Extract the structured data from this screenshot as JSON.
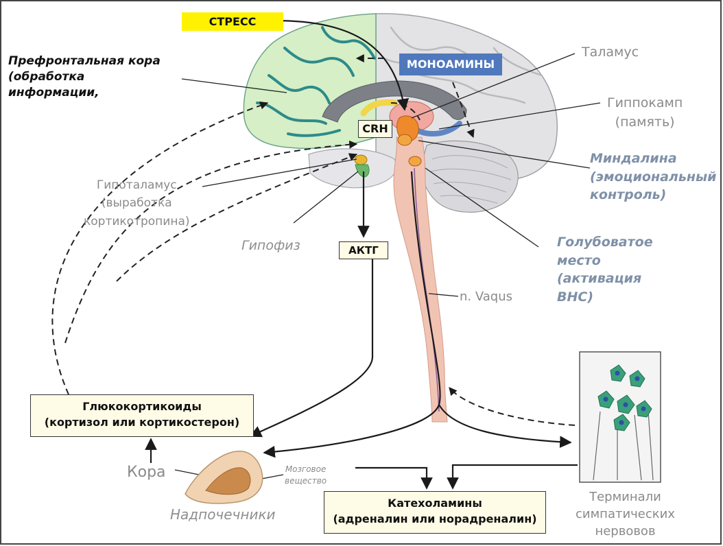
{
  "labels": {
    "stress": "СТРЕСС",
    "monoamines": "МОНОАМИНЫ",
    "crh": "CRH",
    "acth": "АКТГ",
    "prefrontal_1": "Префронтальная кора",
    "prefrontal_2": "(обработка",
    "prefrontal_3": "информации,",
    "thalamus": "Таламус",
    "hippocampus_1": "Гиппокамп",
    "hippocampus_2": "(память)",
    "amygdala_1": "Миндалина",
    "amygdala_2": "(эмоциональный",
    "amygdala_3": "контроль)",
    "hypothalamus_1": "Гипоталамус",
    "hypothalamus_2": "(выработка",
    "hypothalamus_3": "кортикотропина)",
    "pituitary": "Гипофиз",
    "locus_1": "Голубоватое",
    "locus_2": "место",
    "locus_3": "(активация",
    "locus_4": "ВНС)",
    "vagus": "n. Vaqus",
    "glucocorticoids_1": "Глюкокортикоиды",
    "glucocorticoids_2": "(кортизол или кортикостерон)",
    "cortex": "Кора",
    "medulla_1": "Мозговое",
    "medulla_2": "вещество",
    "adrenals": "Надпочечники",
    "catecholamines_1": "Катехоламины",
    "catecholamines_2": "(адреналин или норадреналин)",
    "terminals_1": "Терминали",
    "terminals_2": "симпатических",
    "terminals_3": "нервовов"
  },
  "colors": {
    "stress_bg": "#fff200",
    "monoamines_bg": "#4f78bd",
    "box_bg": "#fefbe6",
    "frontal_lobe": "#d6efc6",
    "brain_gray": "#e3e3e5",
    "brainstem": "#f1c3b3",
    "label_blue": "#7f90a8",
    "label_gray": "#8a8a8a"
  }
}
